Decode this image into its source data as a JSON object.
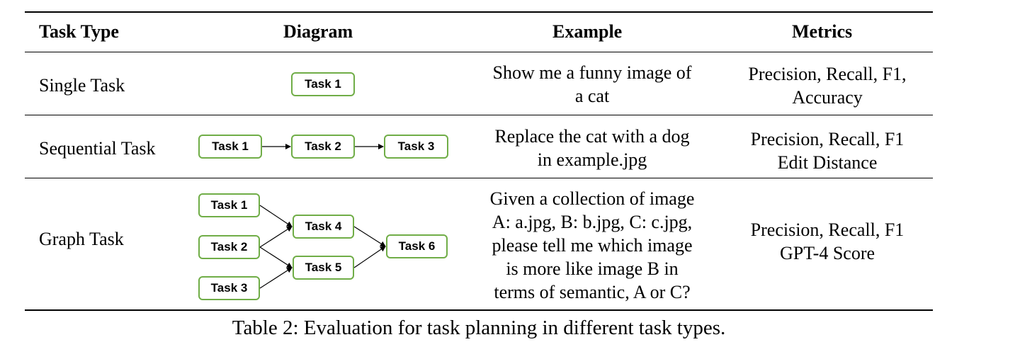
{
  "headers": {
    "task_type": "Task Type",
    "diagram": "Diagram",
    "example": "Example",
    "metrics": "Metrics"
  },
  "rows": [
    {
      "type": "Single Task",
      "example_lines": [
        "Show me a funny image of",
        "a cat"
      ],
      "metrics_lines": [
        "Precision, Recall, F1,",
        "Accuracy"
      ],
      "diagram": {
        "nodes": [
          "Task 1"
        ],
        "edges": []
      }
    },
    {
      "type": "Sequential Task",
      "example_lines": [
        "Replace the cat with a dog",
        "in example.jpg"
      ],
      "metrics_lines": [
        "Precision, Recall, F1",
        "Edit Distance"
      ],
      "diagram": {
        "nodes": [
          "Task 1",
          "Task 2",
          "Task 3"
        ],
        "edges": [
          [
            "Task 1",
            "Task 2"
          ],
          [
            "Task 2",
            "Task 3"
          ]
        ]
      }
    },
    {
      "type": "Graph Task",
      "example_lines": [
        "Given a collection of image",
        "A: a.jpg, B: b.jpg, C: c.jpg,",
        "please tell me which image",
        "is more like image B in",
        "terms of semantic, A or C?"
      ],
      "metrics_lines": [
        "Precision, Recall, F1",
        "GPT-4 Score"
      ],
      "diagram": {
        "nodes": [
          "Task 1",
          "Task 2",
          "Task 3",
          "Task 4",
          "Task 5",
          "Task 6"
        ],
        "edges": [
          [
            "Task 1",
            "Task 4"
          ],
          [
            "Task 2",
            "Task 4"
          ],
          [
            "Task 2",
            "Task 5"
          ],
          [
            "Task 3",
            "Task 5"
          ],
          [
            "Task 4",
            "Task 6"
          ],
          [
            "Task 5",
            "Task 6"
          ]
        ]
      }
    }
  ],
  "caption": "Table 2: Evaluation for task planning in different task types.",
  "colors": {
    "node_border": "#70ad47",
    "rule": "#000000"
  }
}
